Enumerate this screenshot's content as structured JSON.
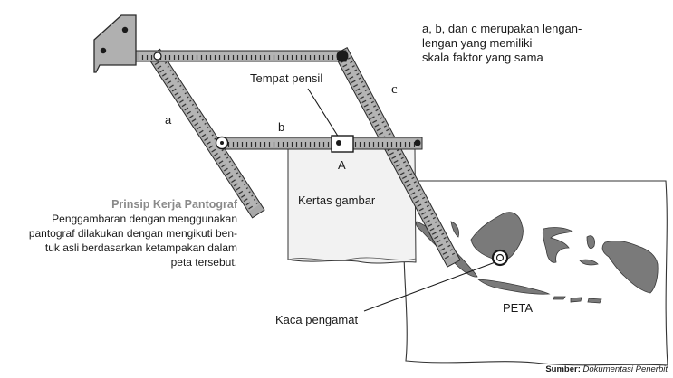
{
  "labels": {
    "arm_a": "a",
    "arm_b": "b",
    "arm_c": "c",
    "point_a": "A",
    "pencil": "Tempat pensil",
    "paper": "Kertas gambar",
    "map": "PETA",
    "lens": "Kaca pengamat"
  },
  "note": {
    "line1": "a, b, dan c merupakan lengan-",
    "line2": "lengan yang memiliki",
    "line3": "skala faktor yang sama"
  },
  "caption": {
    "title": "Prinsip Kerja Pantograf",
    "line1": "Penggambaran dengan menggunakan",
    "line2": "pantograf dilakukan dengan mengikuti ben-",
    "line3": "tuk asli berdasarkan ketampakan dalam",
    "line4": "peta tersebut."
  },
  "source": {
    "prefix": "Sumber:",
    "text": "Dokumentasi Penerbit"
  },
  "colors": {
    "arm_fill": "#a9a9a9",
    "arm_tick": "#2a2a2a",
    "land": "#7a7a7a",
    "paper": "#f2f2f2",
    "caption_title": "#8a8a8a"
  }
}
